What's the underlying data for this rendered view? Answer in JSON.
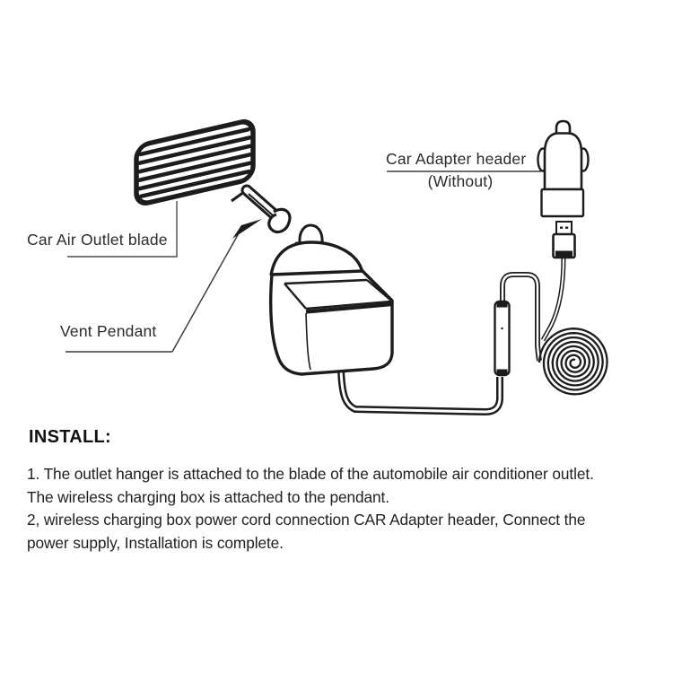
{
  "diagram": {
    "labels": {
      "blade": "Car Air Outlet blade",
      "pendant": "Vent Pendant",
      "adapter": "Car Adapter header",
      "adapter_sub": "(Without)"
    },
    "figures": [
      "car-air-outlet-blade",
      "vent-pendant-clip",
      "wireless-charging-box",
      "car-adapter-head",
      "usb-connector",
      "coiled-power-cord"
    ],
    "colors": {
      "ink": "#1c1c1c",
      "leader_line": "#4a4a4a",
      "background": "#ffffff"
    }
  },
  "instructions": {
    "heading": "INSTALL:",
    "lines": [
      "1. The outlet hanger is attached to the blade of the automobile air conditioner outlet.",
      "The wireless charging box is attached to the pendant.",
      "2, wireless charging box power cord connection CAR Adapter header, Connect the",
      "power supply, Installation is complete."
    ]
  }
}
